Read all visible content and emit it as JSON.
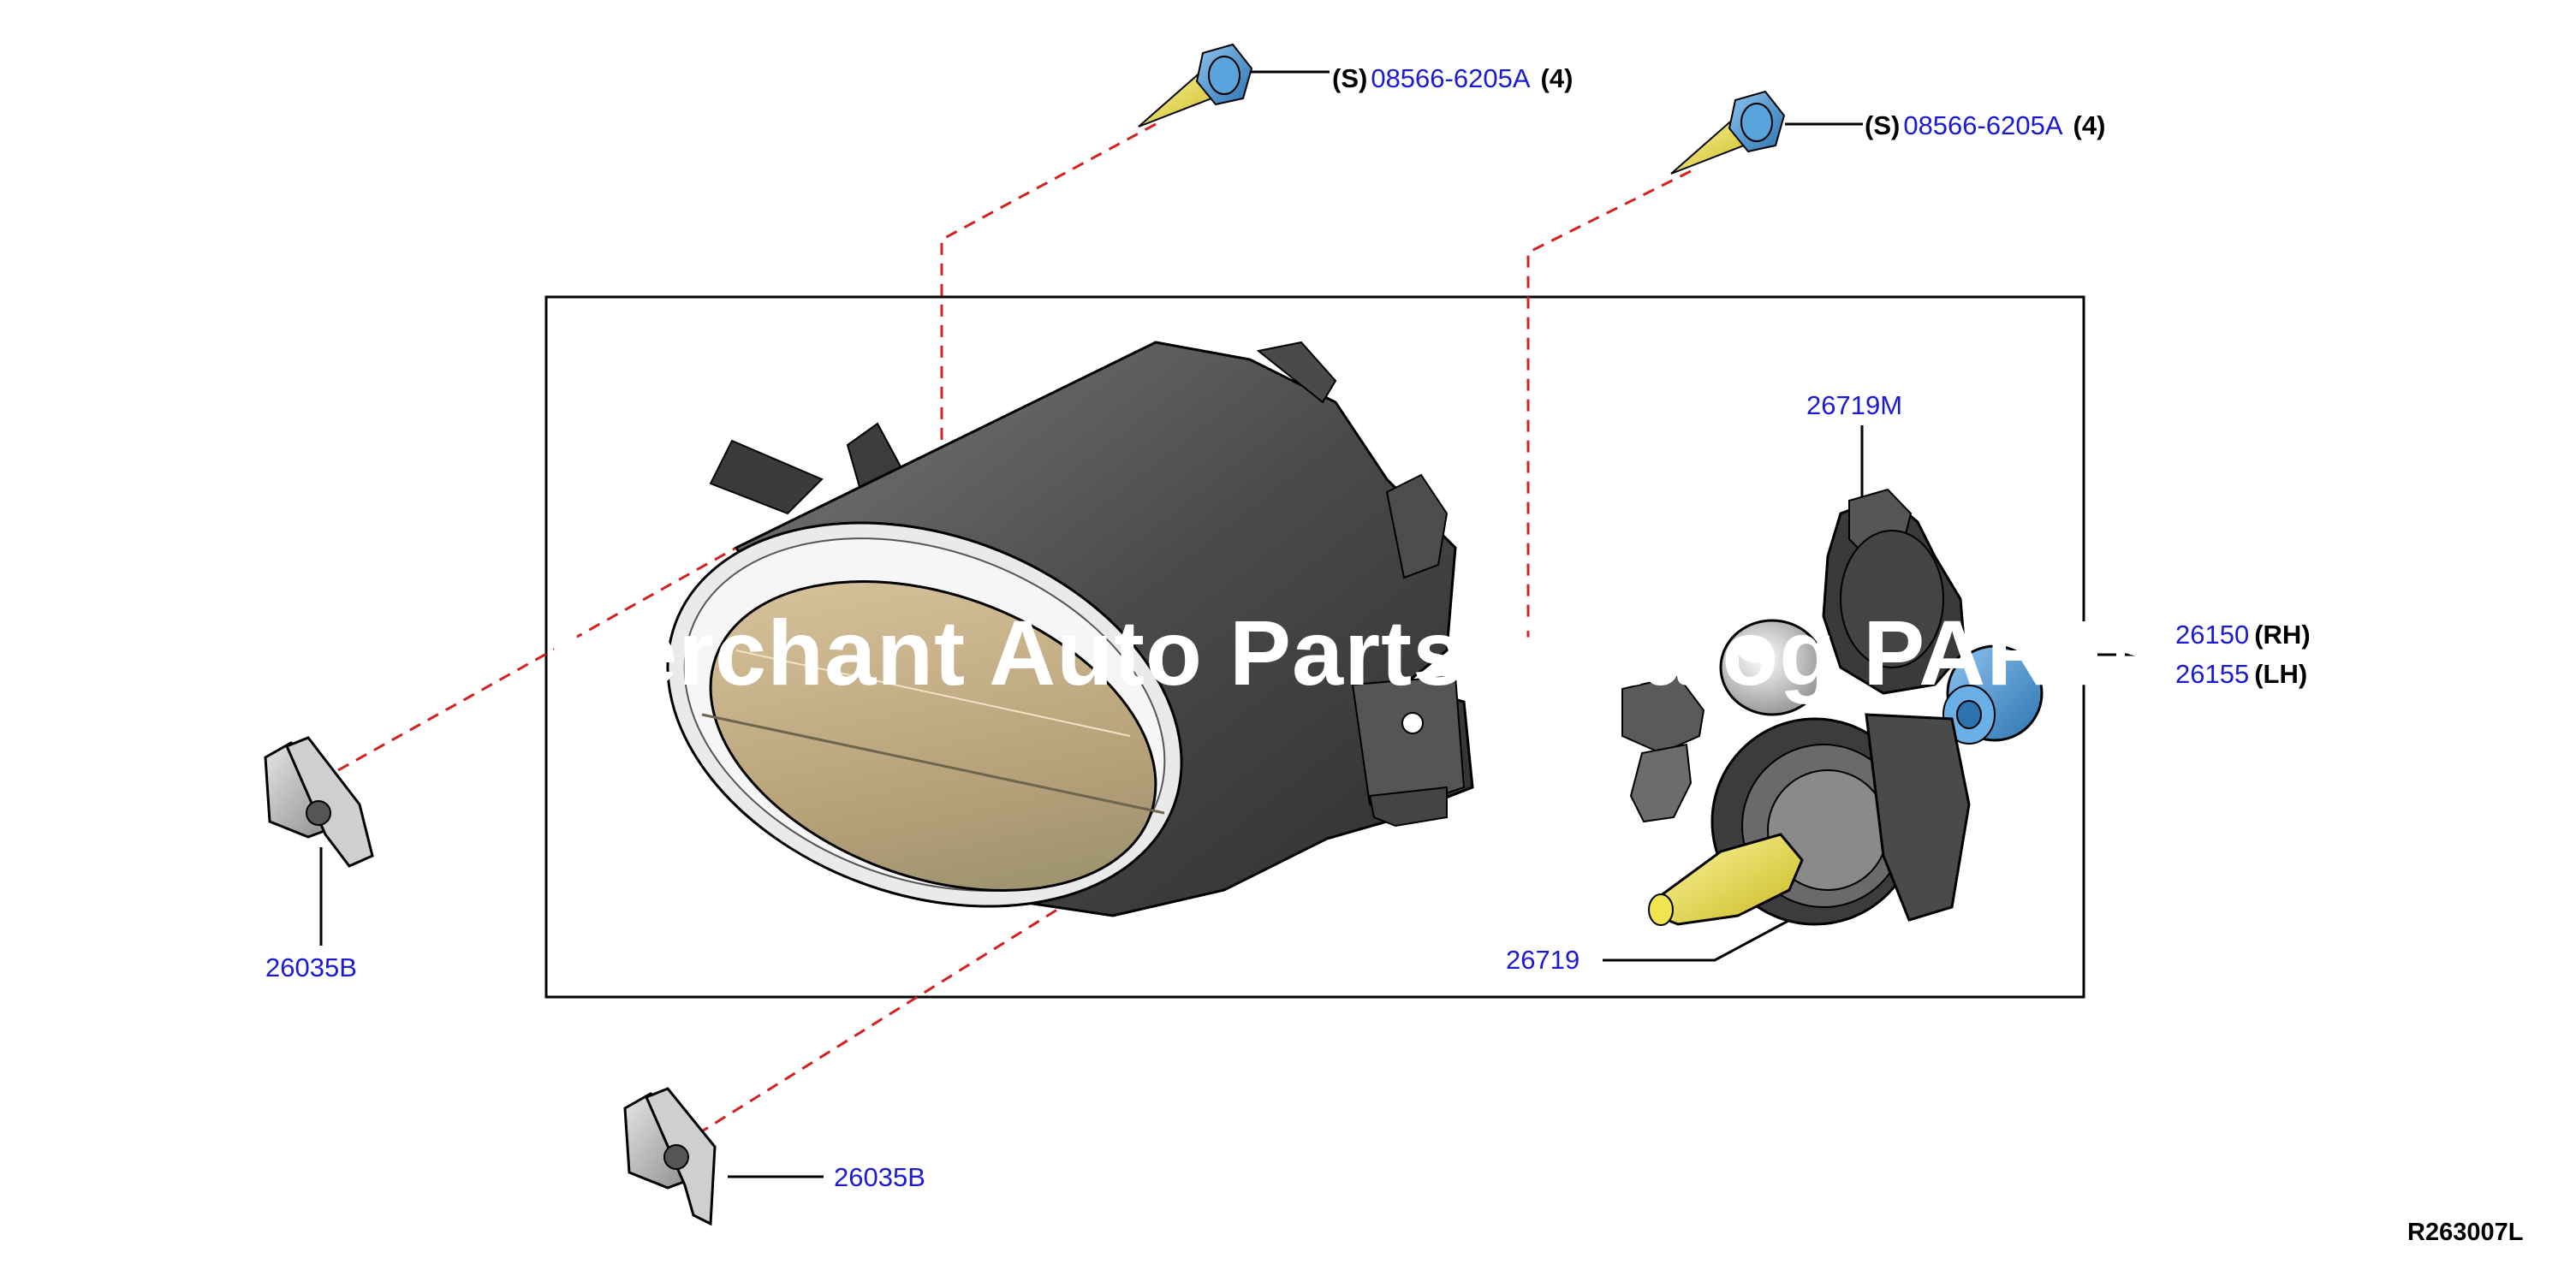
{
  "diagram_code": "R263007L",
  "watermark": "Merchant Auto Parts Catalog PARTS",
  "bolt_labels": [
    {
      "prefix": "(S)",
      "part_no": "08566-6205A",
      "qty": "(4)"
    },
    {
      "prefix": "(S)",
      "part_no": "08566-6205A",
      "qty": "(4)"
    }
  ],
  "parts": {
    "bulb_socket": "26719M",
    "bulb": "26719",
    "clip_left": "26035B",
    "clip_bottom": "26035B"
  },
  "side_labels": [
    {
      "part_no": "26150",
      "side": "(RH)"
    },
    {
      "part_no": "26155",
      "side": "(LH)"
    }
  ],
  "colors": {
    "part_link": "#1a1ad6",
    "leader_dashed": "#d42020",
    "bolt_head": "#3a8fd0",
    "bolt_shank": "#e8e038",
    "housing": "#5a5a5a",
    "lens": "#c9b48a"
  }
}
